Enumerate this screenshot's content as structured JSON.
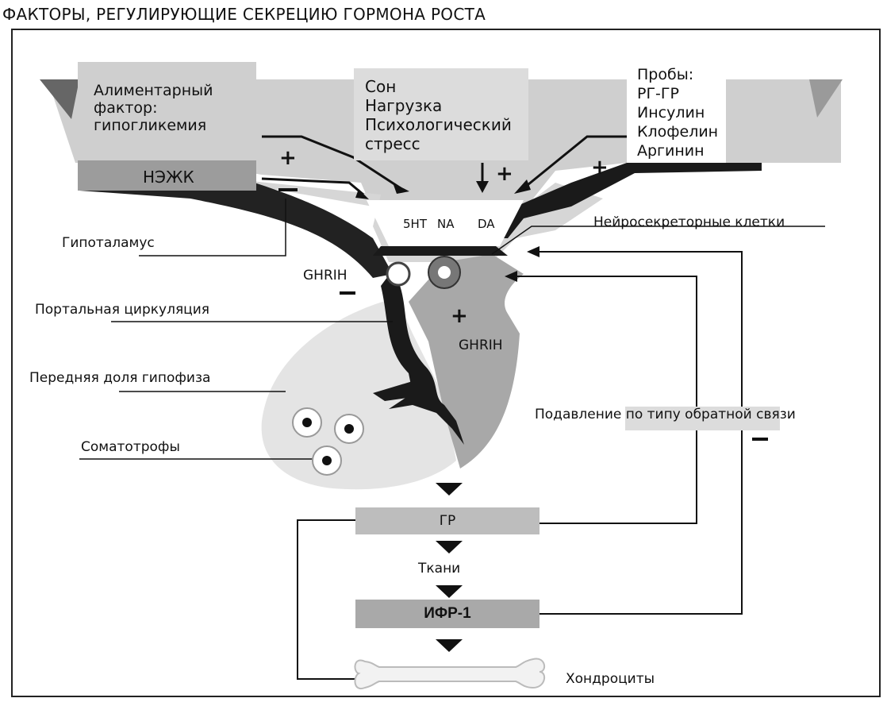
{
  "title": "ФАКТОРЫ, РЕГУЛИРУЮЩИЕ СЕКРЕЦИЮ ГОРМОНА РОСТА",
  "top_boxes": {
    "alimentary": [
      "Алиментарный",
      "фактор:",
      "гипогликемия"
    ],
    "nezhk": "НЭЖК",
    "sleep": [
      "Сон",
      "Нагрузка",
      "Психологический",
      "стресс"
    ],
    "tests": [
      "Пробы:",
      "РГ-ГР",
      "Инсулин",
      "Клофелин",
      "Аргинин"
    ]
  },
  "neurotransmitters": [
    "5HT",
    "NA",
    "DA"
  ],
  "signs": {
    "plus": "+",
    "minus": "−"
  },
  "labels": {
    "neurosecretory": "Нейросекреторные клетки",
    "hypothalamus": "Гипоталамус",
    "ghrih_top": "GHRIH",
    "ghrih_right": "GHRIH",
    "portal": "Портальная циркуляция",
    "anterior": "Передняя доля гипофиза",
    "somatotrophs": "Соматотрофы",
    "feedback": "Подавление по типу обратной связи",
    "gr": "ГР",
    "tissues": "Ткани",
    "igf": "ИФР-1",
    "chondrocytes": "Хондроциты"
  }
}
